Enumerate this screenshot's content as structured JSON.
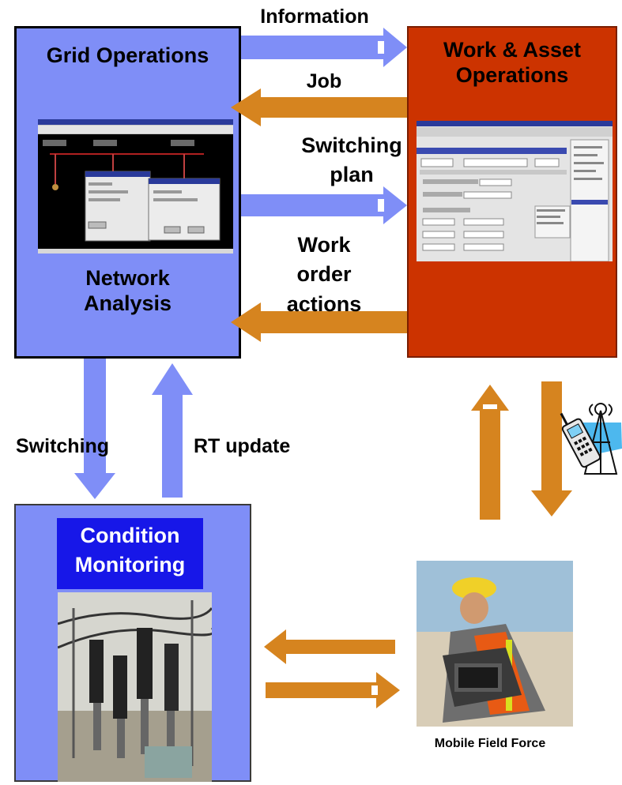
{
  "grid_operations": {
    "title": "Grid Operations",
    "subtitle_line1": "Network",
    "subtitle_line2": "Analysis"
  },
  "work_asset_operations": {
    "title_line1": "Work & Asset",
    "title_line2": "Operations"
  },
  "condition_monitoring": {
    "title_line1": "Condition",
    "title_line2": "Monitoring"
  },
  "mobile_field_force": {
    "label": "Mobile Field Force"
  },
  "flows": {
    "information": "Information",
    "job": "Job",
    "switching_plan_line1": "Switching",
    "switching_plan_line2": "plan",
    "work_order_line1": "Work",
    "work_order_line2": "order",
    "work_order_line3": "actions",
    "switching": "Switching",
    "rt_update": "RT update"
  },
  "colors": {
    "blue_box": "#7f8ef7",
    "red_box": "#cc3300",
    "blue_arrow": "#7f8ef7",
    "orange_arrow": "#d6841f",
    "title_blue": "#1717e8"
  },
  "icons": [
    "network-analysis-screenshot",
    "work-management-screenshot",
    "substation-photo",
    "field-worker-photo",
    "cellphone-tower-icon"
  ]
}
